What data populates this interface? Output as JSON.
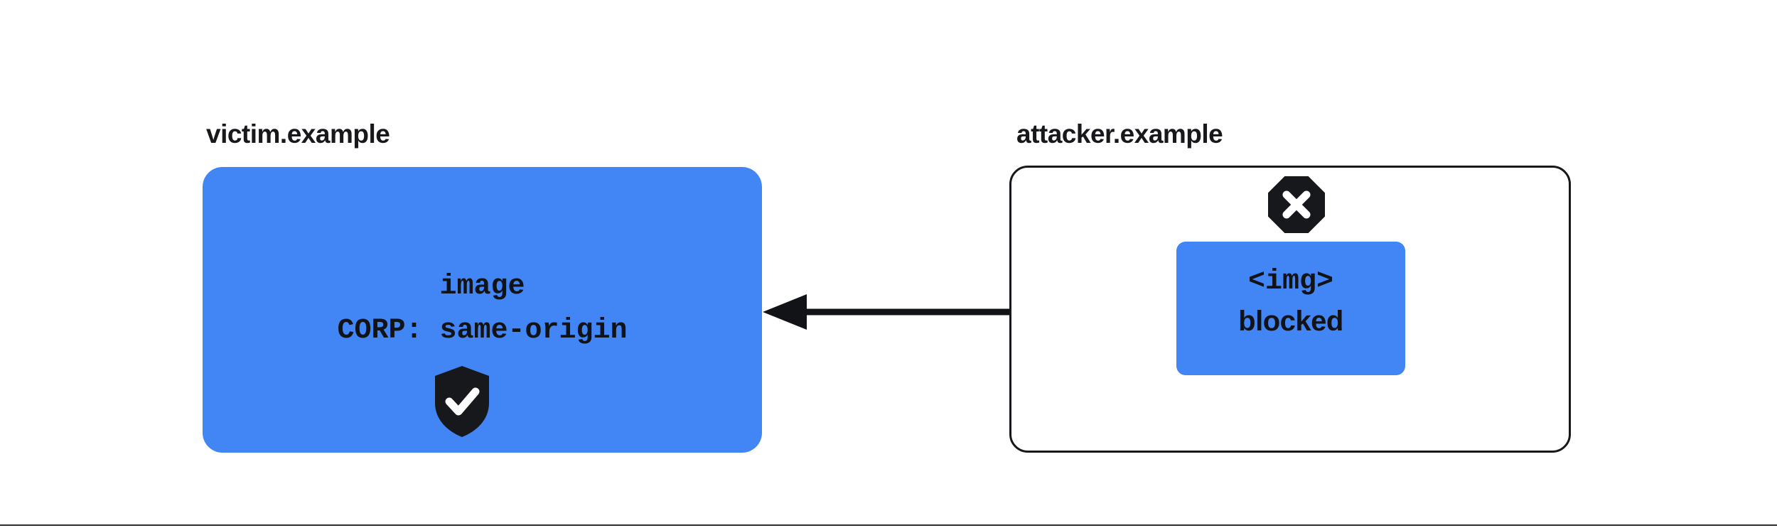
{
  "diagram": {
    "title_colors": {
      "resource_blue": "#4285F4",
      "ink": "#16181C",
      "surface": "#FFFFFF"
    },
    "victim": {
      "origin_label": "victim.example",
      "shield_icon": "shield-check-icon",
      "resource_line_1": "image",
      "resource_line_2": "CORP: same-origin"
    },
    "attacker": {
      "origin_label": "attacker.example",
      "blocked_icon": "octagon-x-icon",
      "embed_line_1": "<img>",
      "embed_line_2": "blocked"
    },
    "arrow": {
      "name": "cross-origin-request-arrow",
      "direction": "left",
      "from": "attacker.example <img>",
      "to": "victim.example image"
    }
  }
}
